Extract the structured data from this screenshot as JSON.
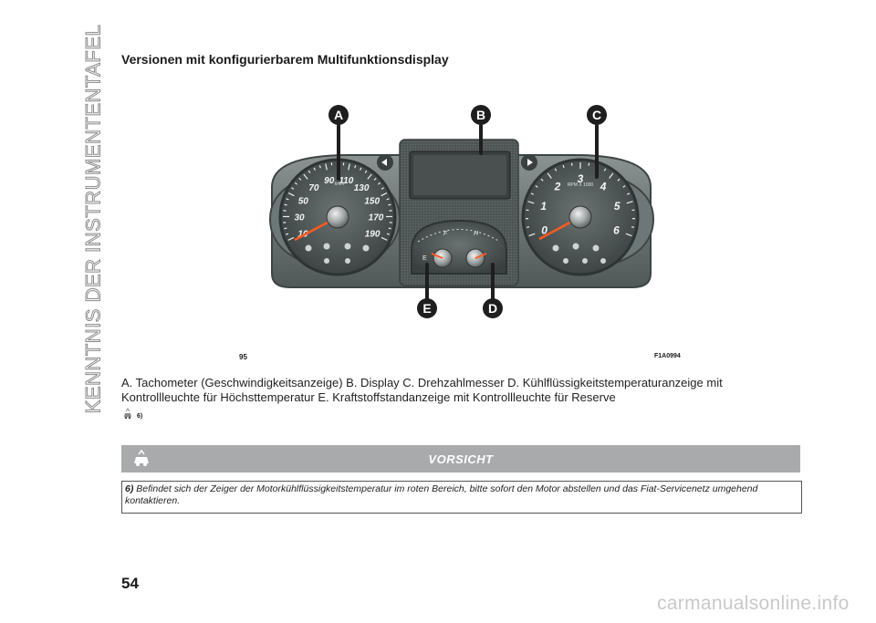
{
  "sidebar": {
    "title": "KENNTNIS DER INSTRUMENTENTAFEL"
  },
  "heading": "Versionen mit konfigurierbarem Multifunktionsdisplay",
  "figure": {
    "number": "95",
    "code": "F1A0994",
    "callouts": [
      "A",
      "B",
      "C",
      "D",
      "E"
    ],
    "speedo": {
      "unit": "km/h",
      "labels": [
        "10",
        "30",
        "50",
        "70",
        "90",
        "110",
        "130",
        "150",
        "170",
        "190"
      ]
    },
    "tacho": {
      "unit": "RPM X 1000",
      "labels": [
        "0",
        "1",
        "2",
        "3",
        "4",
        "5",
        "6"
      ]
    },
    "small_gauges": {
      "fuel_low": "E",
      "fuel_full": "F",
      "temp_high": "H"
    },
    "colors": {
      "callout": "#1e1e1e",
      "cluster": "#4a5050",
      "needle": "#ff5a1e"
    }
  },
  "caption": "A. Tachometer (Geschwindigkeitsanzeige) B. Display C. Drehzahlmesser D. Kühlflüssigkeitstemperaturanzeige mit Kontrollleuchte für Höchsttemperatur E. Kraftstoffstandanzeige mit Kontrollleuchte für Reserve",
  "reference": "6)",
  "warning": {
    "title": "VORSICHT",
    "number": "6)",
    "text": "Befindet sich der Zeiger der Motorkühlflüssigkeitstemperatur im roten Bereich, bitte sofort den Motor abstellen und das Fiat-Servicenetz umgehend kontaktieren."
  },
  "page_number": "54",
  "watermark": "carmanualsonline.info"
}
